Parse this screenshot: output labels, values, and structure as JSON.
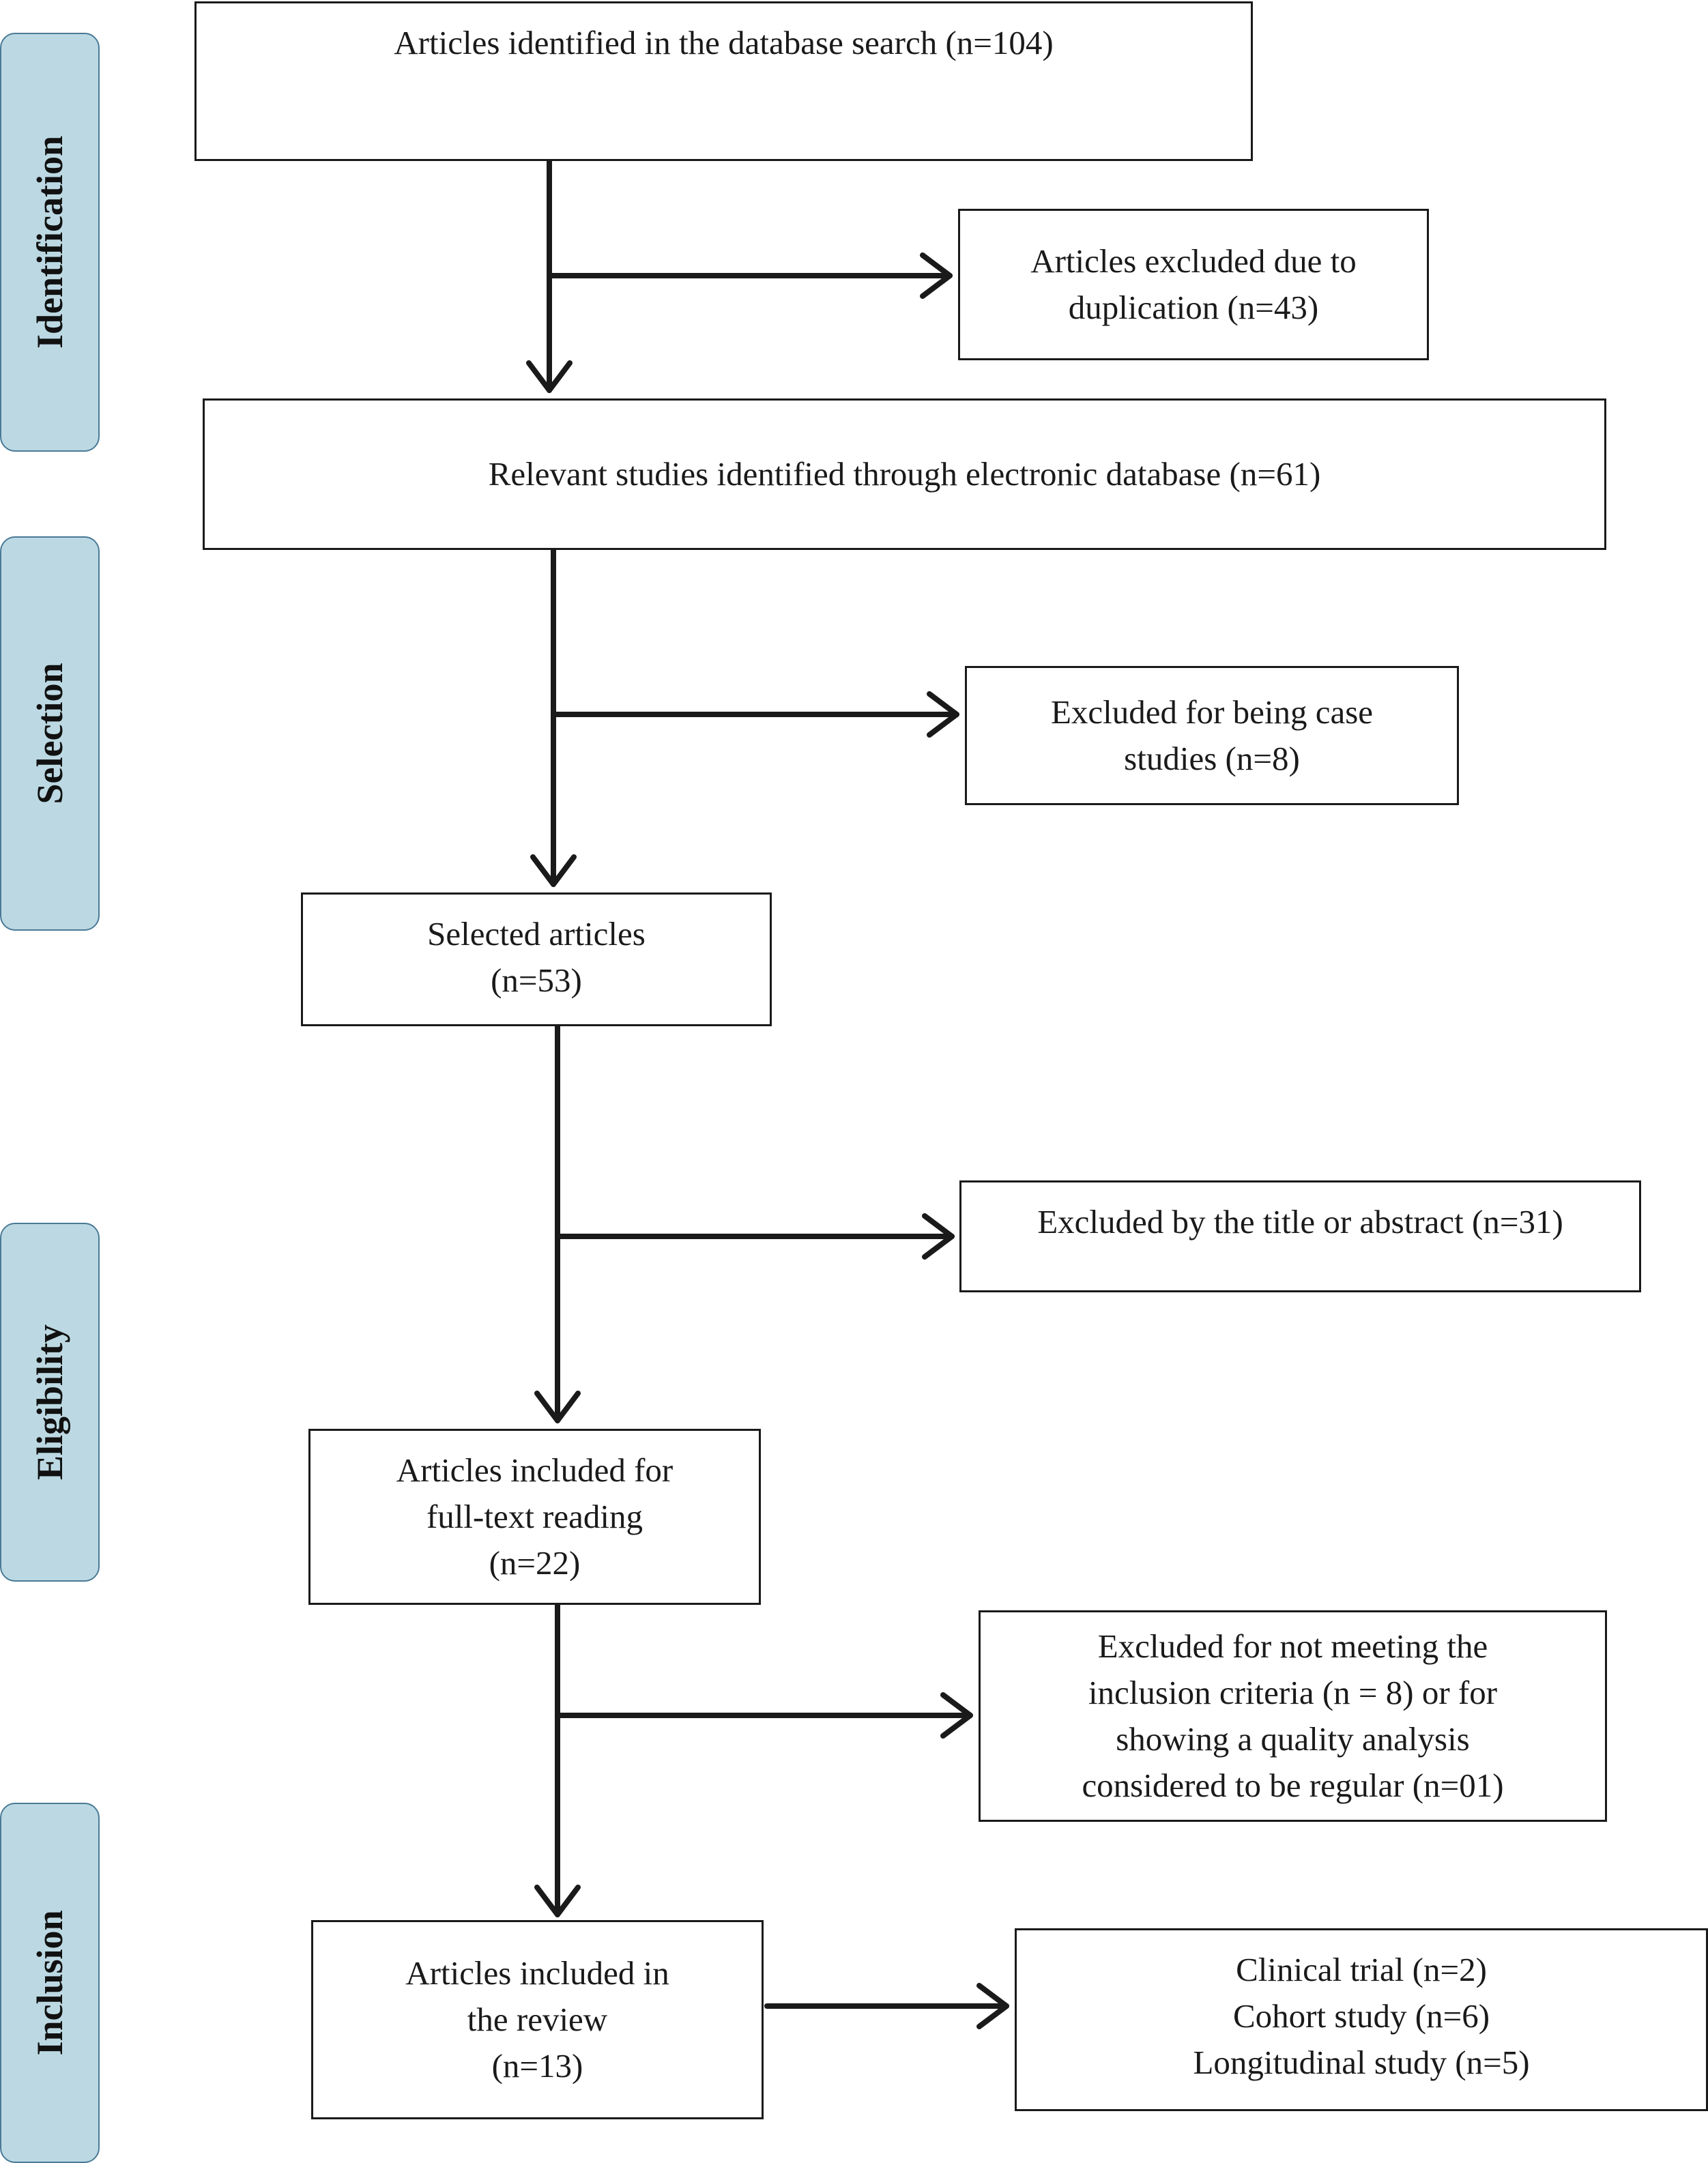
{
  "phases": {
    "identification": "Identification",
    "selection": "Selection",
    "eligibility": "Eligibility",
    "inclusion": "Inclusion"
  },
  "boxes": {
    "identified": "Articles identified in the database search (n=104)",
    "excluded_duplication": "Articles excluded due to\nduplication (n=43)",
    "relevant": "Relevant studies identified through electronic database (n=61)",
    "excluded_case_studies": "Excluded for being case\nstudies (n=8)",
    "selected": "Selected articles\n(n=53)",
    "excluded_title_abstract": "Excluded by the title or abstract (n=31)",
    "full_text": "Articles included for\nfull-text reading\n(n=22)",
    "excluded_criteria": "Excluded for not meeting the\ninclusion criteria (n = 8) or for\nshowing a quality analysis\nconsidered to be regular (n=01)",
    "included_review": "Articles included in\nthe review\n(n=13)",
    "study_types": "Clinical trial (n=2)\nCohort study (n=6)\n    Longitudinal study (n=5)"
  },
  "colors": {
    "phase_fill": "#bcd9e3",
    "phase_border": "#4a7a96",
    "line": "#1a1a1a"
  }
}
